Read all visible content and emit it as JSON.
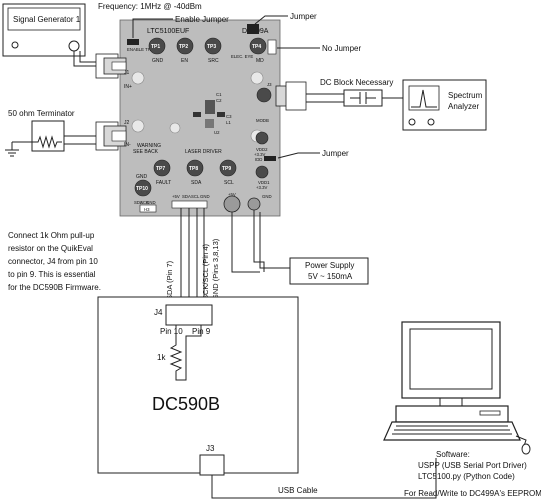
{
  "labels": {
    "frequency": "Frequency: 1MHz @ -40dBm",
    "enable_jumper": "Enable Jumper",
    "jumper_top": "Jumper",
    "no_jumper": "No Jumper",
    "dc_block": "DC Block Necessary",
    "jumper_right": "Jumper",
    "terminator": "50 ohm Terminator",
    "signal_generator": "Signal Generator 1",
    "spectrum_analyzer_line1": "Spectrum",
    "spectrum_analyzer_line2": "Analyzer",
    "note": [
      "Connect 1k Ohm pull-up",
      "resistor on the QuikEval",
      "connector, J4 from pin 10",
      "to pin 9. This is essential",
      "for the DC590B Firmware."
    ],
    "power_supply_line1": "Power Supply",
    "power_supply_line2": "5V ~ 150mA",
    "sda_pin": "SDA (Pin 7)",
    "sck_pin": "SCK/SCL (Pin 4)",
    "gnd_pins": "GND (Pins 3,8,13)",
    "j4": "J4",
    "pin10": "Pin 10",
    "pin9": "Pin 9",
    "resistor": "1k",
    "dc590b": "DC590B",
    "j3": "J3",
    "usb_cable": "USB Cable",
    "software_title": "Software:",
    "software_1": "USPP (USB Serial Port Driver)",
    "software_2": "LTC5100.py (Python Code)",
    "eeprom": "For Read/Write to DC499A's EEPROM"
  },
  "board": {
    "part": "LTC5100EUF",
    "demo": "DC499A",
    "tp1": "TP1",
    "tp1_sub": "GND",
    "tp2": "TP2",
    "tp2_sub": "EN",
    "tp3": "TP3",
    "tp3_sub": "SRC",
    "tp4": "TP4",
    "tp4_sub": "MD",
    "enable_trans": "ENABLE TRANS.",
    "elec_eye": "ELEC. EYE",
    "in_plus": "IN+",
    "in_minus": "IN-",
    "j1": "J1",
    "j2": "J2",
    "j3": "J3",
    "modb": "MODB",
    "vdd2": "VDD2",
    "vdd2_sub": "+3.3V",
    "idd": "IDD",
    "warning": "WARNING",
    "see_back": "SEE BACK",
    "laser_driver": "LASER DRIVER",
    "tp7": "TP7",
    "tp7_sub": "FAULT",
    "tp8": "TP8",
    "tp8_sub": "SDA",
    "tp9": "TP9",
    "tp9_sub": "SCL",
    "tp10": "TP10",
    "tp10_sub": "GND",
    "vdd1": "VDD1",
    "vdd1_sub": "+3.3V",
    "plus5v_a": "+5V",
    "plus5v_b": "+5V",
    "gnd_a": "GND",
    "gnd_b": "GND",
    "sda": "SDA",
    "scl": "SCL",
    "hdr_sda": "SDA",
    "hdr_sck": "SCK",
    "hdr_gnd": "GND",
    "h3": "H3",
    "c1": "C1",
    "c2": "C2",
    "c3": "C3",
    "l1": "L1",
    "u2": "U2"
  }
}
